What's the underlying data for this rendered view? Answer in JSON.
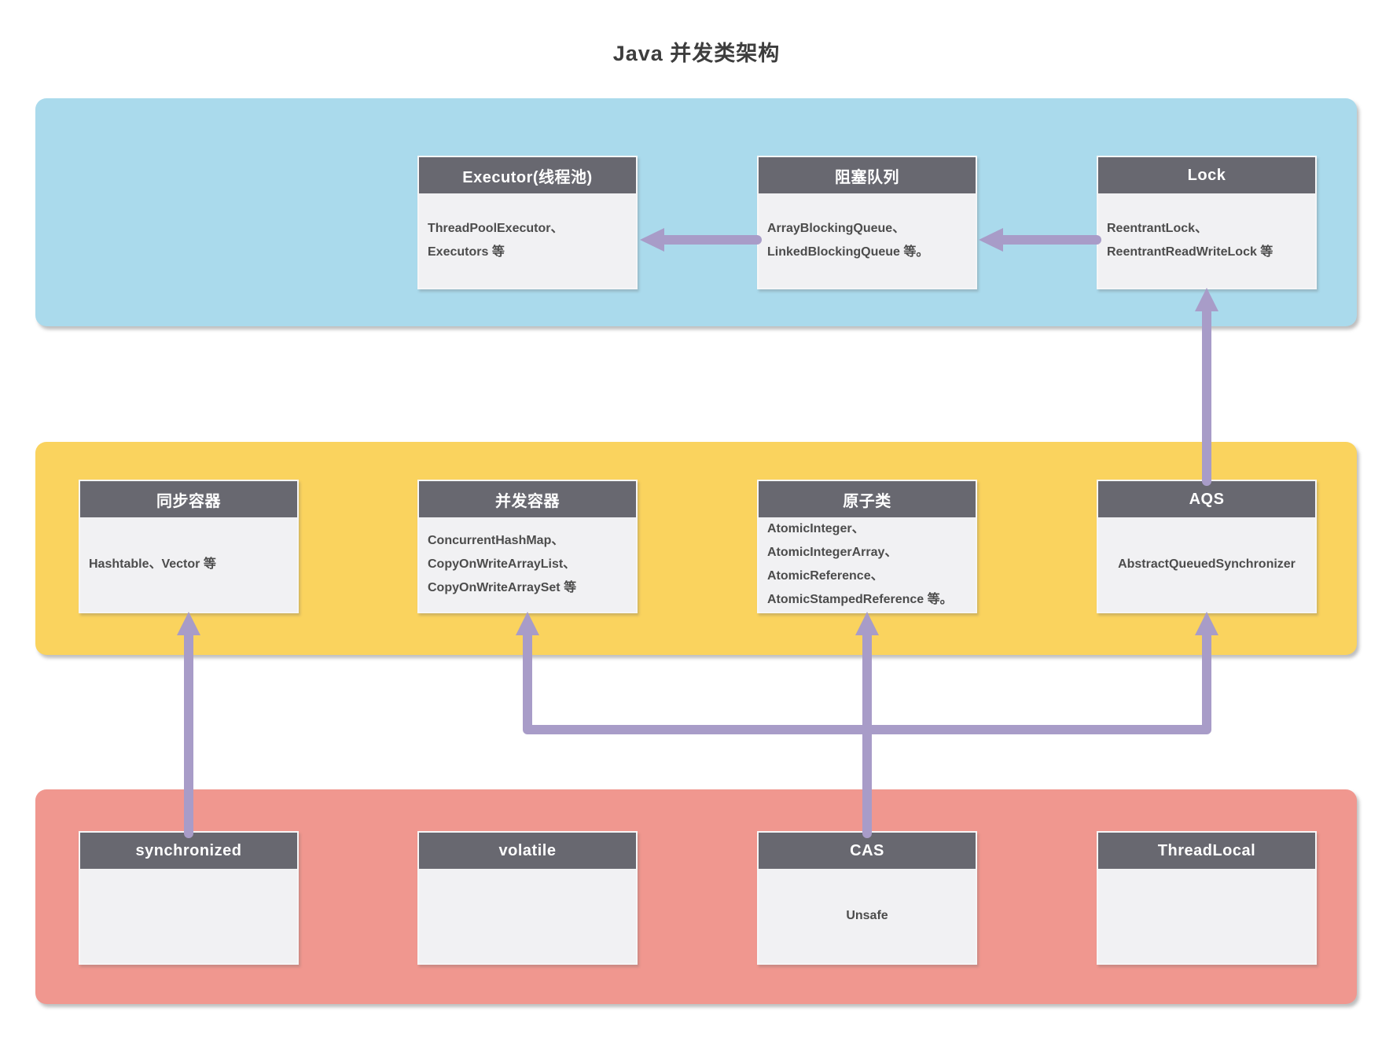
{
  "title": "Java 并发类架构",
  "colors": {
    "band_blue": "#aadaec",
    "band_yellow": "#fad35e",
    "band_red": "#f0978f",
    "arrow_purple": "#a89cc8",
    "card_header_bg": "#686870",
    "card_body_bg": "#f1f1f3",
    "title_text": "#3d3d3d"
  },
  "cards": {
    "executor": {
      "title": "Executor(线程池)",
      "body": "ThreadPoolExecutor、\nExecutors 等"
    },
    "blocking_queue": {
      "title": "阻塞队列",
      "body": "ArrayBlockingQueue、\nLinkedBlockingQueue 等。"
    },
    "lock": {
      "title": "Lock",
      "body": "ReentrantLock、\nReentrantReadWriteLock 等"
    },
    "sync_container": {
      "title": "同步容器",
      "body": "Hashtable、Vector 等"
    },
    "concurrent_container": {
      "title": "并发容器",
      "body": "ConcurrentHashMap、\nCopyOnWriteArrayList、\nCopyOnWriteArraySet 等"
    },
    "atomic": {
      "title": "原子类",
      "body": "AtomicInteger、\nAtomicIntegerArray、\nAtomicReference、\nAtomicStampedReference 等。"
    },
    "aqs": {
      "title": "AQS",
      "body": "AbstractQueuedSynchronizer"
    },
    "synchronized": {
      "title": "synchronized",
      "body": ""
    },
    "volatile": {
      "title": "volatile",
      "body": ""
    },
    "cas": {
      "title": "CAS",
      "body": "Unsafe"
    },
    "threadlocal": {
      "title": "ThreadLocal",
      "body": ""
    }
  },
  "arrows": [
    {
      "from": "阻塞队列",
      "to": "Executor(线程池)"
    },
    {
      "from": "Lock",
      "to": "阻塞队列"
    },
    {
      "from": "AQS",
      "to": "Lock"
    },
    {
      "from": "synchronized",
      "to": "同步容器"
    },
    {
      "from": "CAS",
      "to": "原子类"
    },
    {
      "from": "CAS",
      "to": "并发容器"
    },
    {
      "from": "CAS",
      "to": "AQS"
    }
  ]
}
